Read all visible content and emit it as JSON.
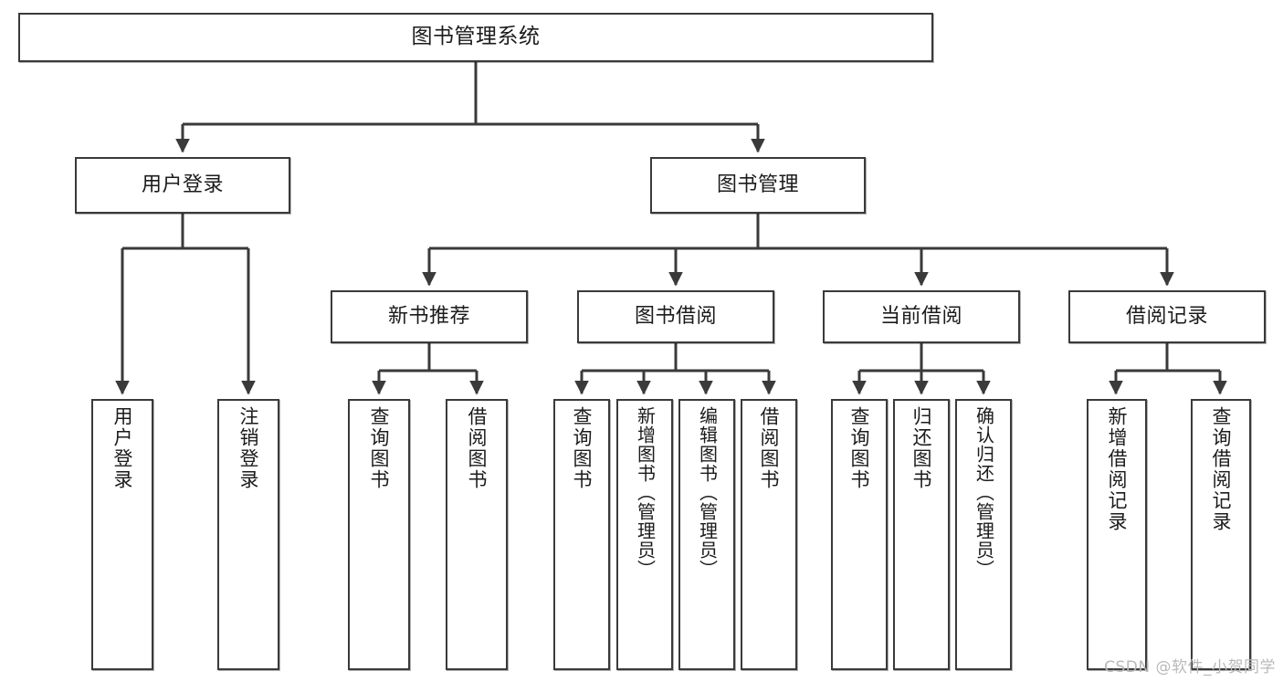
{
  "diagram": {
    "kind": "function-hierarchy-tree",
    "title": "图书管理系统",
    "stroke_color": "#3a3a3a",
    "fill_color": "#ffffff",
    "text_color": "#1b1b1b",
    "levels": [
      {
        "level": 1,
        "nodes": [
          {
            "id": "root",
            "label": "图书管理系统"
          }
        ]
      },
      {
        "level": 2,
        "nodes": [
          {
            "id": "login",
            "label": "用户登录",
            "parent": "root"
          },
          {
            "id": "bookmgmt",
            "label": "图书管理",
            "parent": "root"
          }
        ]
      },
      {
        "level": 3,
        "nodes": [
          {
            "id": "newbook",
            "label": "新书推荐",
            "parent": "bookmgmt"
          },
          {
            "id": "borrow",
            "label": "图书借阅",
            "parent": "bookmgmt"
          },
          {
            "id": "current",
            "label": "当前借阅",
            "parent": "bookmgmt"
          },
          {
            "id": "record",
            "label": "借阅记录",
            "parent": "bookmgmt"
          }
        ]
      },
      {
        "level": 4,
        "nodes": [
          {
            "id": "leaf-user-login",
            "label": "用户登录",
            "parent": "login"
          },
          {
            "id": "leaf-user-logout",
            "label": "注销登录",
            "parent": "login"
          },
          {
            "id": "leaf-nb-query",
            "label": "查询图书",
            "parent": "newbook"
          },
          {
            "id": "leaf-nb-borrow",
            "label": "借阅图书",
            "parent": "newbook"
          },
          {
            "id": "leaf-bo-query",
            "label": "查询图书",
            "parent": "borrow"
          },
          {
            "id": "leaf-bo-add",
            "label": "新增图书（管理员）",
            "parent": "borrow"
          },
          {
            "id": "leaf-bo-edit",
            "label": "编辑图书（管理员）",
            "parent": "borrow"
          },
          {
            "id": "leaf-bo-borrow",
            "label": "借阅图书",
            "parent": "borrow"
          },
          {
            "id": "leaf-cu-query",
            "label": "查询图书",
            "parent": "current"
          },
          {
            "id": "leaf-cu-return",
            "label": "归还图书",
            "parent": "current"
          },
          {
            "id": "leaf-cu-confirm",
            "label": "确认归还（管理员）",
            "parent": "current"
          },
          {
            "id": "leaf-rc-add",
            "label": "新增借阅记录",
            "parent": "record"
          },
          {
            "id": "leaf-rc-query",
            "label": "查询借阅记录",
            "parent": "record"
          }
        ]
      }
    ]
  },
  "watermark": {
    "text": "CSDN @软件_小贺同学"
  }
}
